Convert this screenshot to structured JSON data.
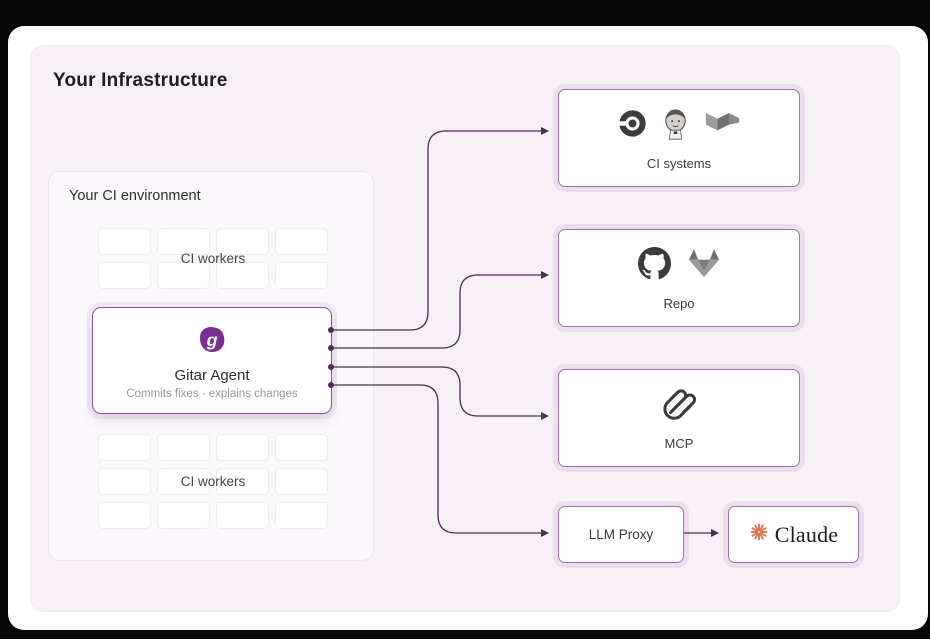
{
  "page": {
    "title": "Your Infrastructure"
  },
  "ci_environment": {
    "title": "Your CI environment",
    "workers_top_label": "CI workers",
    "workers_bottom_label": "CI workers"
  },
  "agent": {
    "name": "Gitar Agent",
    "subtitle": "Commits fixes · explains changes",
    "logo": "gitar-pick-logo"
  },
  "nodes": {
    "ci_systems": {
      "label": "CI systems",
      "icons": [
        "circleci-icon",
        "jenkins-icon",
        "buildkite-icon"
      ]
    },
    "repo": {
      "label": "Repo",
      "icons": [
        "github-icon",
        "gitlab-icon"
      ]
    },
    "mcp": {
      "label": "MCP",
      "icons": [
        "mcp-icon"
      ]
    },
    "llm_proxy": {
      "label": "LLM Proxy"
    },
    "claude": {
      "label": "Claude",
      "icons": [
        "anthropic-starburst-icon"
      ]
    }
  },
  "connections": [
    {
      "from": "gitar-agent",
      "to": "ci_systems"
    },
    {
      "from": "gitar-agent",
      "to": "repo"
    },
    {
      "from": "gitar-agent",
      "to": "mcp"
    },
    {
      "from": "gitar-agent",
      "to": "llm_proxy"
    },
    {
      "from": "llm_proxy",
      "to": "claude"
    }
  ],
  "colors": {
    "board_background": "#f7f0f7",
    "gitar_purple": "#7b2f92",
    "node_border_purple": "#a074ab",
    "wire_purple": "#512b56",
    "claude_orange": "#d97757"
  }
}
